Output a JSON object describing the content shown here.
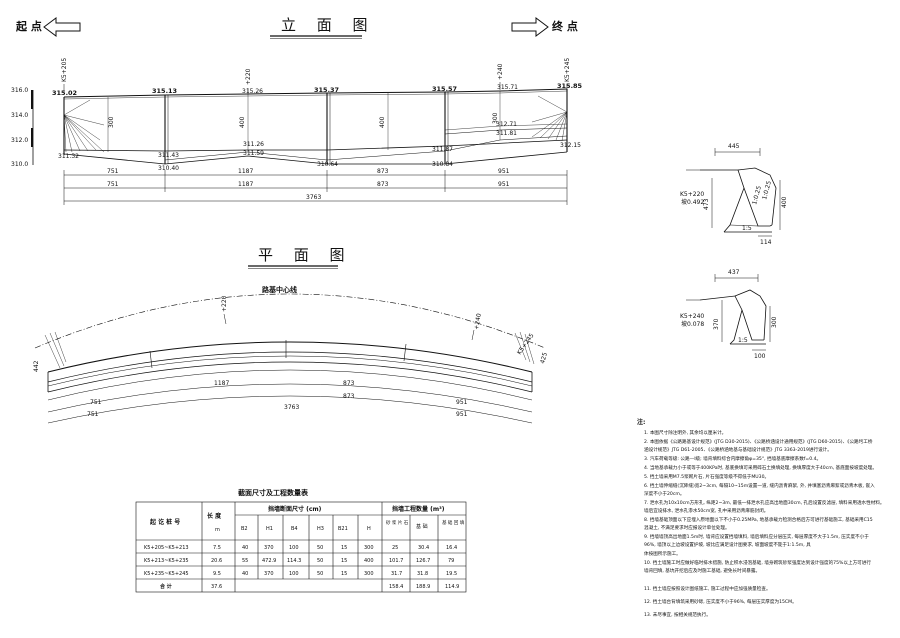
{
  "header": {
    "start_label": "起 点",
    "end_label": "终 点"
  },
  "elevation": {
    "title": "立 面 图",
    "stations_top": [
      "K5+205",
      "+220",
      "+240",
      "K5+245"
    ],
    "ticks_y": [
      "316.0",
      "314.0",
      "312.0",
      "310.0"
    ],
    "top_elevs": [
      "315.02",
      "315.13",
      "315.26",
      "315.37",
      "315.57",
      "315.71",
      "315.85"
    ],
    "bottom_elevs": [
      "311.32",
      "311.43",
      "310.40",
      "311.26",
      "311.59",
      "310.64",
      "311.87",
      "310.84",
      "312.71",
      "311.81",
      "312.15"
    ],
    "heights": [
      "300",
      "400",
      "400",
      "300"
    ],
    "row1": [
      "751",
      "1187",
      "873",
      "951"
    ],
    "row2": [
      "751",
      "1187",
      "873",
      "951"
    ],
    "total": "3763"
  },
  "plan": {
    "title": "平 面 图",
    "centerline": "路基中心线",
    "stations": [
      "+220",
      "+240",
      "K5+245"
    ],
    "side_dims": [
      "442",
      "425"
    ],
    "row1": [
      "1187",
      "873"
    ],
    "row2": [
      "751",
      "873",
      "951"
    ],
    "row3": [
      "751",
      "951"
    ],
    "total": "3763"
  },
  "section1": {
    "station": "K5+220",
    "slope": "坡0.492",
    "top": "445",
    "h1": "473",
    "h2": "400",
    "slopes": [
      "1:0.25",
      "1:0.25"
    ],
    "ratio": "1:5",
    "base": "114"
  },
  "section2": {
    "station": "K5+240",
    "slope": "坡0.078",
    "top": "437",
    "h1": "370",
    "h2": "300",
    "ratio": "1:5",
    "base": "100"
  },
  "table": {
    "title": "截面尺寸及工程数量表",
    "col_station": "起 讫 桩 号",
    "col_length": "长 度",
    "col_length_unit": "m",
    "group_dims": "挡墙断面尺寸 (cm)",
    "group_qty": "挡墙工程数量 (m³)",
    "sub_dims": [
      "B2",
      "H1",
      "B4",
      "H3",
      "B21",
      "H"
    ],
    "sub_qty": [
      "砂 浆 片 石",
      "基 础",
      "基 础 回 填"
    ],
    "rows": [
      [
        "K5+205~K5+213",
        "7.5",
        "40",
        "370",
        "100",
        "50",
        "15",
        "300",
        "25",
        "30.4",
        "16.4"
      ],
      [
        "K5+213~K5+235",
        "20.6",
        "55",
        "472.9",
        "114.3",
        "50",
        "15",
        "400",
        "101.7",
        "126.7",
        "79"
      ],
      [
        "K5+235~K5+245",
        "9.5",
        "40",
        "370",
        "100",
        "50",
        "15",
        "300",
        "31.7",
        "31.8",
        "19.5"
      ],
      [
        "合 计",
        "37.6",
        "",
        "",
        "",
        "",
        "",
        "",
        "158.4",
        "188.9",
        "114.9"
      ]
    ]
  },
  "notes": {
    "title": "注:",
    "items": [
      "1. 本图尺寸除注明外, 其余均以厘米计。",
      "2. 本图依据《公路路基设计规范》(JTG D30-2015)、《公路桥涵设计通用规范》(JTG D60-2015)、《公路圬工桥",
      "   涵设计规范》JTG D61-2005、《公路桥涵地基与基础设计规范》JTG 3363-2019进行设计。",
      "3. 汽车荷载等级: 公路—I级; 墙背填料综合内摩擦角φ=35°, 挡墙基底摩擦系数f=0.4。",
      "4. 当地基承载力小于或等于400KPa时, 基底换填可采用碎石土换填处理, 换填厚度大于40cm, 基底面按坡度处理。",
      "5. 挡土墙采用M7.5浆砌片石, 片石强度等级不得低于MU30。",
      "6. 挡土墙伸缩缝(沉降缝)宽2~3cm, 每隔10~15m设置一道, 缝内沥青麻絮, 外, 并填塞沥青麻絮或沥青木板, 嵌入",
      "   深度不小于20cm。",
      "7. 泄水孔为10x10cm方形孔, 纵距2~3m, 最低一排泄水孔应高出地面30cm, 孔后设置反滤层, 填料采用透水性材料。",
      "   墙后宜设排水, 泄水孔渗水50cm宽, 孔中采用沥青麻筋封闭。",
      "8. 挡墙基础顶面以下应埋入原地面以下不小于0.25MPa, 地基承载力检测合格后方可进行基础施工, 基础采用C15",
      "   混凝土, 不满足要求时应报设计单位处理。",
      "9. 挡墙墙顶高出地面1.5m时, 墙背应设置挡墙填料, 墙后填料应分层压实, 每层厚度不大于1.5m, 压实度不小于",
      "   96%, 墙顶以上边坡设置护坡, 坡比应满足设计图要求, 坡面坡度不陡于1:1.5m, 具",
      "   体按图所示施工。",
      "10. 挡土墙施工时应做好临时排水措施, 防止积水浸泡基础, 墙身砌筑砂浆强度达到设计强度的75%以上方可进行",
      "    墙背回填, 基坑开挖后应及时施工基础, 避免长时间暴露。",
      "11. 挡土墙应按照设计图纸施工, 施工过程中应加强质量检查。",
      "12. 挡土墙台背填筑采用砂砾, 压实度不小于96%, 每层压实厚度为15CM。",
      "13. 未尽事宜, 按相关规范执行。"
    ]
  }
}
